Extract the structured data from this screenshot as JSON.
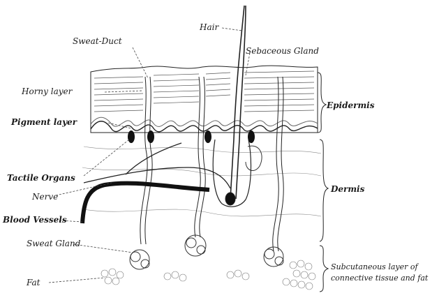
{
  "diagram": {
    "labels": {
      "hair": "Hair",
      "sweat_duct": "Sweat-Duct",
      "sebaceous_gland": "Sebaceous Gland",
      "horny_layer": "Horny layer",
      "pigment_layer": "Pigment layer",
      "epidermis": "Epidermis",
      "tactile_organs": "Tactile Organs",
      "nerve": "Nerve",
      "dermis": "Dermis",
      "blood_vessels": "Blood Vessels",
      "sweat_gland": "Sweat Gland",
      "fat": "Fat",
      "subcutaneous_line1": "Subcutaneous layer of",
      "subcutaneous_line2": "connective tissue and fat"
    },
    "colors": {
      "ink": "#1a1a1a",
      "background": "#ffffff"
    }
  }
}
